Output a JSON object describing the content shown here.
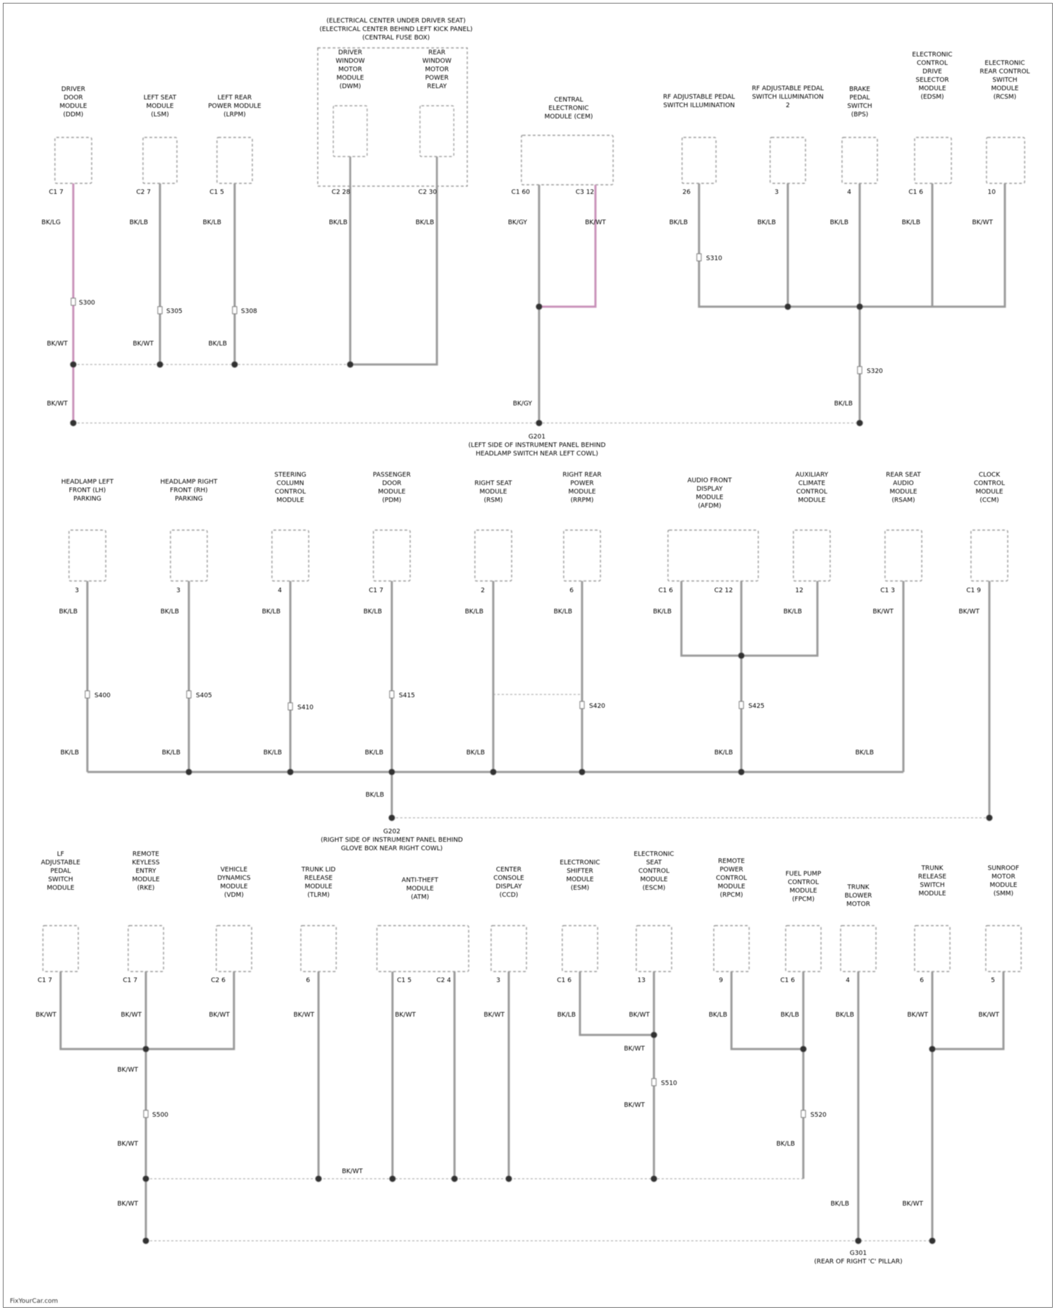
{
  "watermark": "FixYourCar.com",
  "section1": {
    "ground_label": "G201",
    "ground_caption_1": "(LEFT SIDE OF INSTRUMENT PANEL BEHIND",
    "ground_caption_2": "HEADLAMP SWITCH NEAR LEFT COWL)",
    "fuse_box_caption_1": "(ELECTRICAL CENTER UNDER DRIVER SEAT)",
    "fuse_box_caption_2": "(ELECTRICAL CENTER BEHIND LEFT KICK PANEL)",
    "fuse_box_caption_3": "(CENTRAL FUSE BOX)",
    "components": [
      {
        "name": "DRIVER DOOR MODULE (DDM)",
        "pin": "C1 7",
        "wire": "BK/LG",
        "wire2": "BK/WT",
        "splice": "S300"
      },
      {
        "name": "LEFT SEAT MODULE (LSM)",
        "pin": "C2 7",
        "wire": "BK/LB",
        "wire2": "BK/WT",
        "splice": "S305"
      },
      {
        "name": "LEFT REAR POWER MODULE (LRPM)",
        "pin": "C1 5",
        "wire": "BK/LB",
        "wire2": "BK/LB",
        "splice": "S308"
      },
      {
        "name": "DRIVER WINDOW MOTOR MODULE (DWM)",
        "pin": "C2 28",
        "wire": "BK/LB"
      },
      {
        "name": "REAR WINDOW MOTOR POWER RELAY",
        "pin": "C2 30",
        "wire": "BK/LB"
      },
      {
        "name": "CENTRAL ELECTRONIC MODULE (CEM)",
        "pin": "C1 60",
        "wire": "BK/GY",
        "pin2": "C3 12",
        "wire3": "BK/WT"
      },
      {
        "name": "RF ADJUSTABLE PEDAL SWITCH ILLUMINATION",
        "pin": "26",
        "wire": "BK/LB",
        "splice": "S310"
      },
      {
        "name": "RF ADJUSTABLE PEDAL SWITCH ILLUMINATION 2",
        "pin": "3",
        "wire": "BK/LB"
      },
      {
        "name": "BRAKE PEDAL SWITCH (BPS)",
        "pin": "4",
        "wire": "BK/LB",
        "splice": "S320"
      },
      {
        "name": "ELECTRONIC CONTROL DRIVE SELECTOR MODULE (EDSM)",
        "pin": "C1 6",
        "wire": "BK/LB"
      },
      {
        "name": "ELECTRONIC REAR CONTROL SWITCH MODULE (RCSM)",
        "pin": "10",
        "wire": "BK/WT"
      }
    ]
  },
  "section2": {
    "ground_label": "G202",
    "ground_caption_1": "(RIGHT SIDE OF INSTRUMENT PANEL BEHIND",
    "ground_caption_2": "GLOVE BOX NEAR RIGHT COWL)",
    "components": [
      {
        "name": "HEADLAMP LEFT FRONT (LH) PARKING",
        "pin": "3",
        "wire": "BK/LB",
        "splice": "S400"
      },
      {
        "name": "HEADLAMP RIGHT FRONT (RH) PARKING",
        "pin": "3",
        "wire": "BK/LB",
        "splice": "S405"
      },
      {
        "name": "STEERING COLUMN CONTROL MODULE",
        "pin": "4",
        "wire": "BK/LB",
        "splice": "S410"
      },
      {
        "name": "PASSENGER DOOR MODULE (PDM)",
        "pin": "C1 7",
        "wire": "BK/LB",
        "splice": "S415"
      },
      {
        "name": "RIGHT SEAT MODULE (RSM)",
        "pin": "2",
        "wire": "BK/LB"
      },
      {
        "name": "RIGHT REAR POWER MODULE (RRPM)",
        "pin": "6",
        "wire": "BK/LB",
        "splice": "S420"
      },
      {
        "name": "AUDIO FRONT DISPLAY MODULE (AFDM)",
        "pin": "C1 6",
        "wire": "BK/LB",
        "pin2": "C2 12"
      },
      {
        "name": "AUXILIARY CLIMATE CONTROL MODULE",
        "pin": "12",
        "wire": "BK/LB",
        "splice": "S425"
      },
      {
        "name": "REAR SEAT AUDIO MODULE (RSAM)",
        "pin": "C1 3",
        "wire": "BK/WT"
      },
      {
        "name": "CLOCK CONTROL MODULE (CCM)",
        "pin": "C1 9",
        "wire": "BK/WT"
      }
    ]
  },
  "section3": {
    "ground_label": "G301",
    "ground_caption": "(REAR OF RIGHT 'C' PILLAR)",
    "components": [
      {
        "name": "LF ADJUSTABLE PEDAL SWITCH MODULE",
        "pin": "C1 7",
        "wire": "BK/WT"
      },
      {
        "name": "REMOTE KEYLESS ENTRY MODULE (RKE)",
        "pin": "C1 7",
        "wire": "BK/WT",
        "splice": "S500"
      },
      {
        "name": "VEHICLE DYNAMICS MODULE (VDM)",
        "pin": "C2 6",
        "wire": "BK/WT"
      },
      {
        "name": "TRUNK LID RELEASE MODULE (TLRM)",
        "pin": "6",
        "wire": "BK/WT"
      },
      {
        "name": "ANTI-THEFT MODULE (ATM)",
        "pin": "C1 5",
        "wire": "BK/WT",
        "pin2": "C2 4"
      },
      {
        "name": "CENTER CONSOLE DISPLAY (CCD)",
        "pin": "3",
        "wire": "BK/WT"
      },
      {
        "name": "ELECTRONIC SHIFTER MODULE (ESM)",
        "pin": "C1 6",
        "wire": "BK/LB"
      },
      {
        "name": "ELECTRONIC SEAT CONTROL MODULE (ESCM)",
        "pin": "13",
        "wire": "BK/WT",
        "splice": "S510"
      },
      {
        "name": "REMOTE POWER CONTROL MODULE (RPCM)",
        "pin": "9",
        "wire": "BK/LB"
      },
      {
        "name": "FUEL PUMP CONTROL MODULE (FPCM)",
        "pin": "C1 6",
        "wire": "BK/LB",
        "splice": "S520"
      },
      {
        "name": "TRUNK BLOWER MOTOR",
        "pin": "4",
        "wire": "BK/LB"
      },
      {
        "name": "TRUNK RELEASE SWITCH MODULE",
        "pin": "6",
        "wire": "BK/WT"
      },
      {
        "name": "SUNROOF MOTOR MODULE (SMM)",
        "pin": "5",
        "wire": "BK/WT"
      }
    ]
  }
}
